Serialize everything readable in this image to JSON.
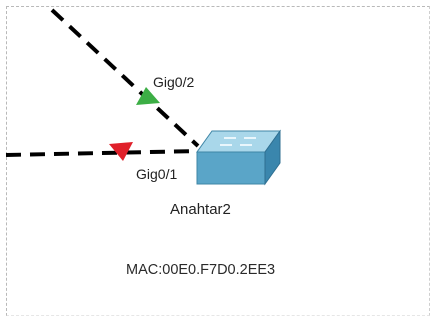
{
  "topology": {
    "links": [
      {
        "name": "link-top",
        "style": "dashed",
        "color": "#000000"
      },
      {
        "name": "link-left",
        "style": "dashed",
        "color": "#000000"
      }
    ],
    "ports": [
      {
        "label": "Gig0/2",
        "status": "up",
        "indicator_color": "#3cae45"
      },
      {
        "label": "Gig0/1",
        "status": "down",
        "indicator_color": "#e0202a"
      }
    ],
    "device": {
      "name": "Anahtar2",
      "icon": "switch-icon",
      "color": "#5fa8c9"
    },
    "annotation": {
      "mac_text": "MAC:00E0.F7D0.2EE3"
    }
  }
}
